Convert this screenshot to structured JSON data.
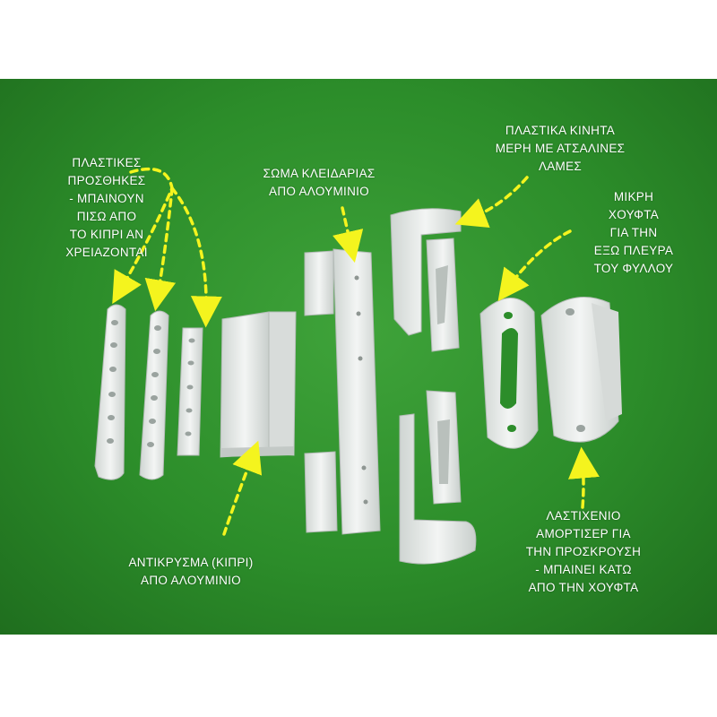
{
  "labels": {
    "plastic_inserts": "ΠΛΑΣΤΙΚΕΣ\nΠΡΟΣΘΗΚΕΣ\n- ΜΠΑΙΝΟΥΝ\nΠΙΣΩ ΑΠΟ\nΤΟ ΚΙΠΡΙ ΑΝ\nΧΡΕΙΑΖΟΝΤΑΙ",
    "lock_body": "ΣΩΜΑ ΚΛΕΙΔΑΡΙΑΣ\nΑΠΟ ΑΛΟΥΜΙΝΙΟ",
    "plastic_moving_parts": "ΠΛΑΣΤΙΚΑ ΚΙΝΗΤΑ\nΜΕΡΗ ΜΕ ΑΤΣΑΛΙΝΕΣ\nΛΑΜΕΣ",
    "small_handle": "ΜΙΚΡΗ\nΧΟΥΦΤΑ\nΓΙΑ ΤΗΝ\nΕΞΩ ΠΛΕΥΡΑ\nΤΟΥ ΦΥΛΛΟΥ",
    "strike_plate": "ΑΝΤΙΚΡΥΣΜΑ (ΚΙΠΡΙ)\nΑΠΟ ΑΛΟΥΜΙΝΙΟ",
    "rubber_damper": "ΛΑΣΤΙΧΕΝΙΟ\nΑΜΟΡΤΙΣΕΡ ΓΙΑ\nΤΗΝ ΠΡΟΣΚΡΟΥΣΗ\n- ΜΠΑΙΝΕΙ ΚΑΤΩ\nΑΠΟ ΤΗΝ ΧΟΥΦΤΑ"
  },
  "colors": {
    "background_green": "#2c8d2a",
    "arrow_yellow": "#f4f41e",
    "part_white": "#e8ebe9"
  }
}
